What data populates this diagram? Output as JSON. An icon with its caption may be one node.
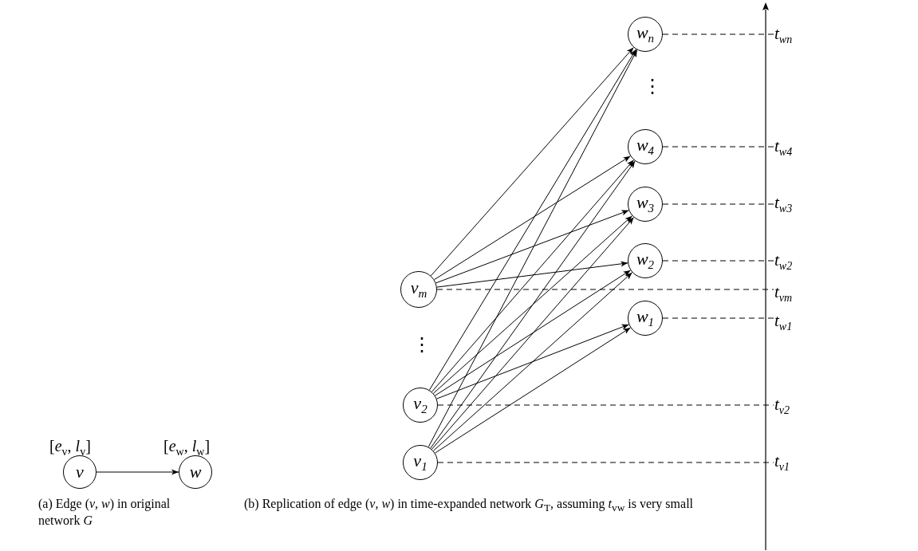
{
  "diagram": {
    "nodes": [
      {
        "text": [
          "v"
        ],
        "beside": [
          "[*e*$_{v}$, *l*$_{v}$]"
        ]
      },
      {
        "text": [
          "w"
        ],
        "beside": [
          "[*e*$_{w}$, *l*$_{w}$]"
        ]
      },
      {
        "text": [
          "w$_{n}$"
        ]
      },
      {
        "text": [
          "w$_{4}$"
        ]
      },
      {
        "text": [
          "w$_{3}$"
        ]
      },
      {
        "text": [
          "w$_{2}$"
        ]
      },
      {
        "text": [
          "v$_{m}$"
        ]
      },
      {
        "text": [
          "w$_{1}$"
        ]
      },
      {
        "text": [
          "v$_{2}$"
        ]
      },
      {
        "text": [
          "v$_{1}$"
        ]
      },
      {
        "text": [
          "t$_{wn}$"
        ]
      },
      {
        "text": [
          "t$_{w4}$"
        ]
      },
      {
        "text": [
          "t$_{w3}$"
        ]
      },
      {
        "text": [
          "t$_{w2}$"
        ]
      },
      {
        "text": [
          "t$_{vm}$"
        ]
      },
      {
        "text": [
          "t$_{w1}$"
        ]
      },
      {
        "text": [
          "t$_{v2}$"
        ]
      },
      {
        "text": [
          "t$_{v1}$"
        ]
      }
    ],
    "edges": [
      {
        "from": 0,
        "to": 1,
        "arrow": "to"
      },
      {
        "from": 6,
        "to": 2,
        "arrow": "to"
      },
      {
        "from": 6,
        "to": 3,
        "arrow": "to"
      },
      {
        "from": 6,
        "to": 4,
        "arrow": "to"
      },
      {
        "from": 6,
        "to": 5,
        "arrow": "to"
      },
      {
        "from": 8,
        "to": 2,
        "arrow": "to"
      },
      {
        "from": 8,
        "to": 3,
        "arrow": "to"
      },
      {
        "from": 8,
        "to": 4,
        "arrow": "to"
      },
      {
        "from": 8,
        "to": 5,
        "arrow": "to"
      },
      {
        "from": 8,
        "to": 7,
        "arrow": "to"
      },
      {
        "from": 9,
        "to": 2,
        "arrow": "to"
      },
      {
        "from": 9,
        "to": 3,
        "arrow": "to"
      },
      {
        "from": 9,
        "to": 4,
        "arrow": "to"
      },
      {
        "from": 9,
        "to": 5,
        "arrow": "to"
      },
      {
        "from": 9,
        "to": 7,
        "arrow": "to"
      },
      {
        "from": 2,
        "to": 10,
        "arrow": "none",
        "style": "dashed"
      },
      {
        "from": 3,
        "to": 11,
        "arrow": "none",
        "style": "dashed"
      },
      {
        "from": 4,
        "to": 12,
        "arrow": "none",
        "style": "dashed"
      },
      {
        "from": 5,
        "to": 13,
        "arrow": "none",
        "style": "dashed"
      },
      {
        "from": 6,
        "to": 14,
        "arrow": "none",
        "style": "dashed"
      },
      {
        "from": 7,
        "to": 15,
        "arrow": "none",
        "style": "dashed"
      },
      {
        "from": 8,
        "to": 16,
        "arrow": "none",
        "style": "dashed"
      },
      {
        "from": 9,
        "to": 17,
        "arrow": "none",
        "style": "dashed"
      }
    ],
    "labels": [
      "⋮",
      "⋮",
      "(a) Edge (*v*, *w*) in original network *G*",
      "(b) Replication of edge (*v*, *w*) in time-expanded network *G*$_{T}$, assuming *t*$_{vw}$ is very small"
    ]
  }
}
